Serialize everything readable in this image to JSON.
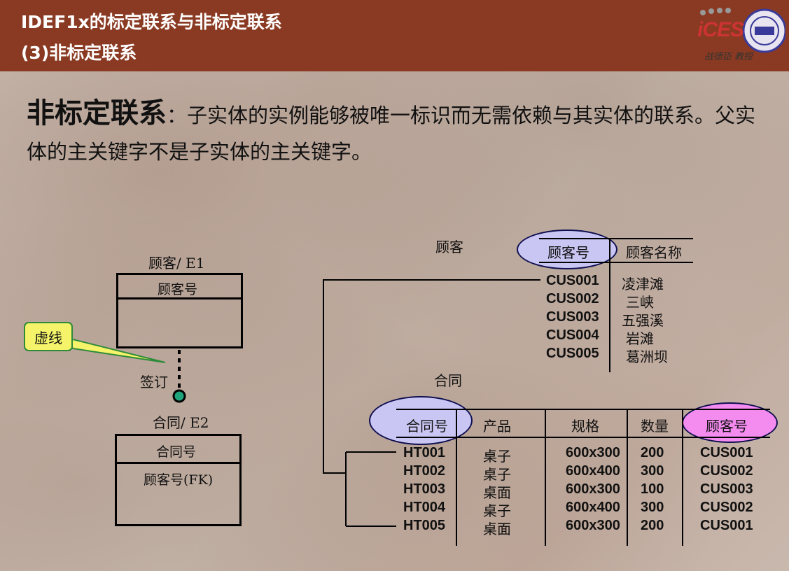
{
  "header": {
    "title": "IDEF1x的标定联系与非标定联系",
    "subtitle": "(3)非标定联系",
    "logo_text": "iCES",
    "author": "战德臣 教授"
  },
  "definition": {
    "term": "非标定联系",
    "colon": "：",
    "text": "子实体的实例能够被唯一标识而无需依赖与其实体的联系。父实体的主关键字不是子实体的主关键字。"
  },
  "diagram": {
    "entity1": {
      "title": "顾客/ E1",
      "key": "顾客号"
    },
    "entity2": {
      "title": "合同/ E2",
      "key": "合同号",
      "attr": "顾客号(FK)"
    },
    "relationship_label": "签订",
    "callout": "虚线"
  },
  "customer_table": {
    "caption": "顾客",
    "headers": [
      "顾客号",
      "顾客名称"
    ],
    "rows": [
      [
        "CUS001",
        "凌津滩"
      ],
      [
        "CUS002",
        "三峡"
      ],
      [
        "CUS003",
        "五强溪"
      ],
      [
        "CUS004",
        "岩滩"
      ],
      [
        "CUS005",
        "葛洲坝"
      ]
    ]
  },
  "contract_table": {
    "caption": "合同",
    "headers": [
      "合同号",
      "产品",
      "规格",
      "数量",
      "顾客号"
    ],
    "rows": [
      [
        "HT001",
        "桌子",
        "600x300",
        "200",
        "CUS001"
      ],
      [
        "HT002",
        "桌子",
        "600x400",
        "300",
        "CUS002"
      ],
      [
        "HT003",
        "桌面",
        "600x300",
        "100",
        "CUS003"
      ],
      [
        "HT004",
        "桌子",
        "600x400",
        "300",
        "CUS002"
      ],
      [
        "HT005",
        "桌面",
        "600x300",
        "200",
        "CUS001"
      ]
    ]
  },
  "colors": {
    "header_bg": "#8a3a22",
    "key_ellipse": "#c9c6f3",
    "fk_ellipse": "#f48cf0",
    "callout_bg": "#f4f36a",
    "dot": "#1fa37a"
  }
}
